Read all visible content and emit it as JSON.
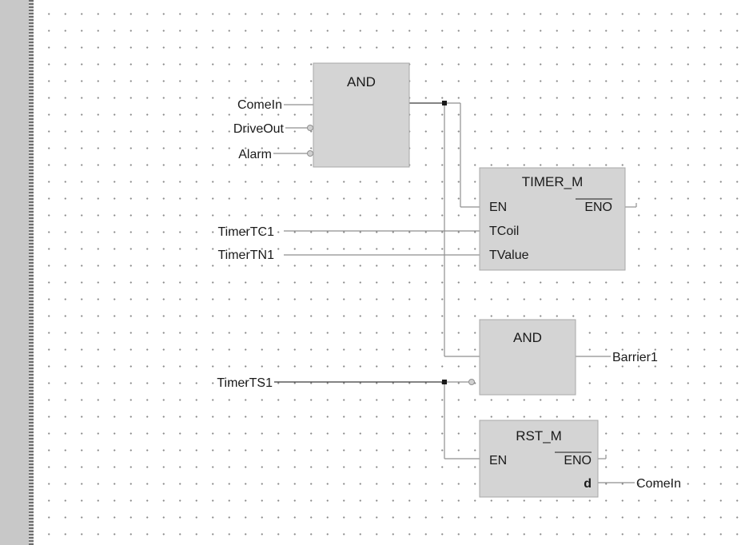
{
  "fbd": {
    "and1": {
      "title": "AND",
      "inputs": [
        "ComeIn",
        "DriveOut",
        "Alarm"
      ]
    },
    "timer": {
      "title": "TIMER_M",
      "pin_en": "EN",
      "pin_eno": "ENO",
      "pin_tcoil": "TCoil",
      "pin_tvalue": "TValue",
      "in_tcoil": "TimerTC1",
      "in_tvalue": "TimerTN1"
    },
    "and2": {
      "title": "AND",
      "input": "TimerTS1",
      "output": "Barrier1"
    },
    "rst": {
      "title": "RST_M",
      "pin_en": "EN",
      "pin_eno": "ENO",
      "pin_d": "d",
      "output": "ComeIn"
    }
  },
  "colors": {
    "block_fill": "#d4d4d4",
    "block_border": "#a8a8a8",
    "wire": "#8f8f8f",
    "margin": "#c8c8c8",
    "text": "#1a1a1a"
  }
}
